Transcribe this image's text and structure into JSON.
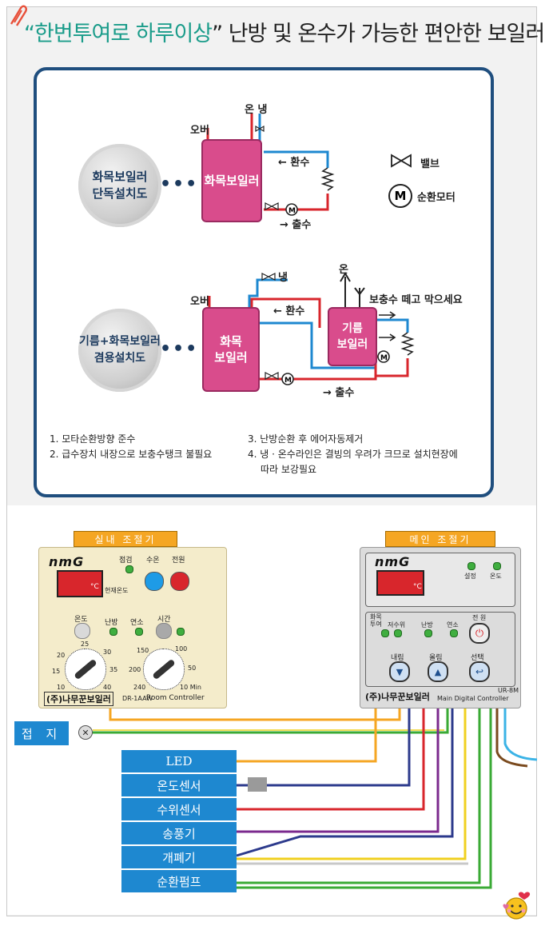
{
  "header": {
    "title_highlight": "“한번투여로 하루이상",
    "title_rest": "” 난방 및 온수가 가능한 편안한 보일러"
  },
  "diagram1": {
    "circle_label": "화목보일러\n단독설치도",
    "dots": "•••",
    "boiler": "화목보일러",
    "label_over": "오버",
    "label_hot_cold": "온 냉",
    "label_return": "← 환수",
    "label_supply": "→ 출수"
  },
  "legend": {
    "valve": "밸브",
    "motor_symbol": "M",
    "motor": "순환모터"
  },
  "diagram2": {
    "circle_label": "기름+화목보일러\n겸용설치도",
    "dots": "•••",
    "boiler_wood": "화목\n보일러",
    "boiler_oil": "기름\n보일러",
    "label_over": "오버",
    "label_cold": "냉",
    "label_hot": "온",
    "label_return": "← 환수",
    "label_supply": "→ 출수",
    "label_tank_note": "보충수 떼고 막으세요"
  },
  "notes": {
    "n1": "1. 모타순환방향 준수",
    "n2": "2. 급수장치 내장으로 보충수탱크 불필요",
    "n3": "3. 난방순환 후 에어자동제거",
    "n4a": "4. 냉 · 온수라인은 결빙의 우려가 크므로 설치현장에",
    "n4b": "따라 보강필요"
  },
  "room_controller": {
    "header": "실내 조절기",
    "brand": "nmG",
    "unit": "°C",
    "current_temp": "현재온도",
    "check": "점검",
    "water_temp": "수온",
    "power": "전원",
    "temp": "온도",
    "heating": "난방",
    "combustion": "연소",
    "time": "시간",
    "dial1_labels": [
      "25",
      "30",
      "35",
      "40",
      "10",
      "15",
      "20"
    ],
    "dial2_labels": [
      "100",
      "50",
      "10 Min",
      "240",
      "200",
      "150"
    ],
    "company": "(주)나무꾼보일러",
    "model": "DR-1AAW",
    "name": "Room Controller"
  },
  "main_controller": {
    "header": "메인 조절기",
    "brand": "nmG",
    "unit": "°C",
    "setting": "설정",
    "temp": "온도",
    "wood_water": "화목\n투여",
    "water_level": "저수위",
    "heating": "난방",
    "combustion": "연소",
    "power": "전 원",
    "down": "내림",
    "up": "올림",
    "select": "선택",
    "company": "(주)나무꾼보일러",
    "model": "UR-8M",
    "name": "Main Digital Controller"
  },
  "wiring": {
    "ground": "접 지",
    "labels": [
      "LED",
      "온도센서",
      "수위센서",
      "송풍기",
      "개폐기",
      "순환펌프"
    ],
    "colors": {
      "orange": "#f5a623",
      "navy": "#2c3a8c",
      "red": "#d8262c",
      "purple": "#7b2a8e",
      "yellow": "#f0d020",
      "green": "#3aaa35",
      "blue": "#1e88d0",
      "brown": "#7a4a1e",
      "cyan": "#3bb3e6"
    }
  }
}
